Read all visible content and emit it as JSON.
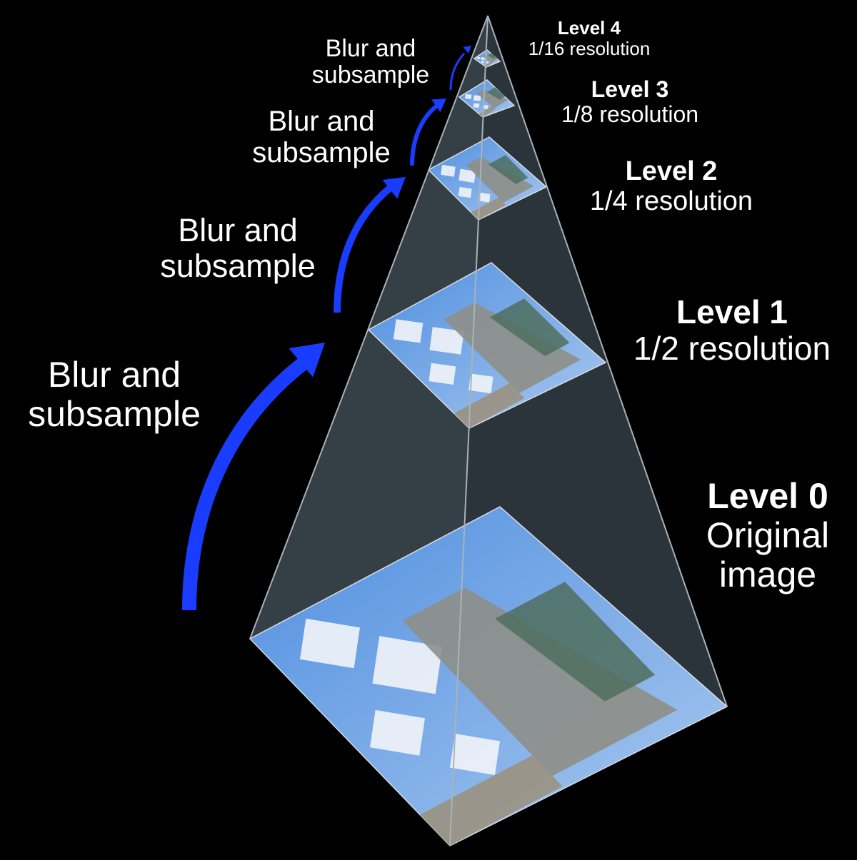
{
  "levels": [
    {
      "title": "Level 0",
      "subtitle_lines": [
        "Original",
        "image"
      ]
    },
    {
      "title": "Level 1",
      "subtitle_lines": [
        "1/2 resolution"
      ]
    },
    {
      "title": "Level 2",
      "subtitle_lines": [
        "1/4 resolution"
      ]
    },
    {
      "title": "Level 3",
      "subtitle_lines": [
        "1/8 resolution"
      ]
    },
    {
      "title": "Level 4",
      "subtitle_lines": [
        "1/16 resolution"
      ]
    }
  ],
  "operation": {
    "lines": [
      "Blur and",
      "subsample"
    ]
  },
  "colors": {
    "background": "#000000",
    "arrow": "#1a3cff",
    "pyramid_face_left": "#3a444c",
    "pyramid_face_right": "#2c353c",
    "pyramid_edge": "#9aa3aa",
    "sky": "#6fa6e6",
    "cloud": "#f2f4f8",
    "stone": "#8e8f88",
    "tree": "#4f6e5e"
  },
  "icons": {
    "arrow": "curved-up-arrow-icon",
    "image": "church-photo-image"
  }
}
